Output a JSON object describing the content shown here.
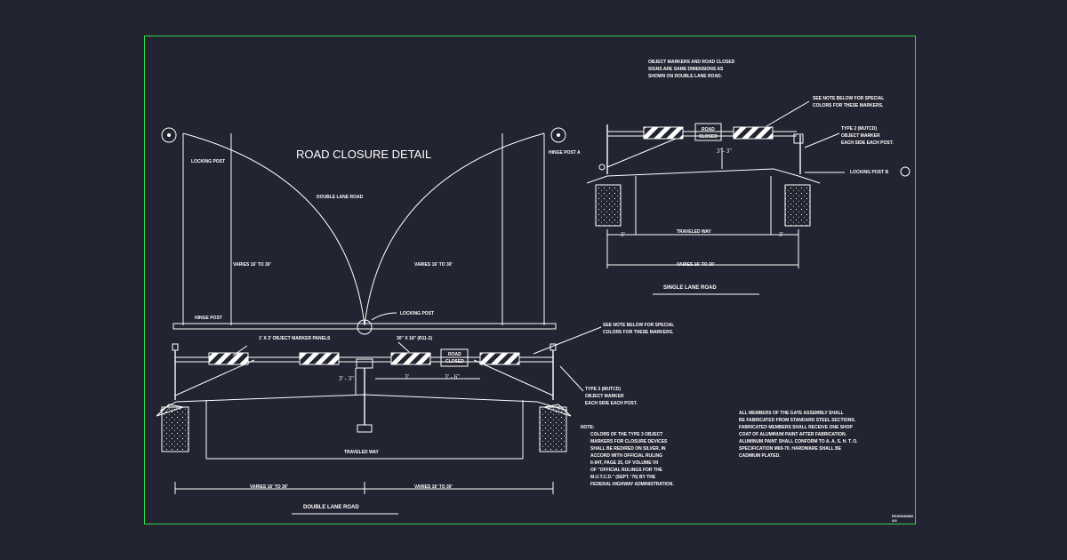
{
  "frame_color": "#32d74b",
  "background_color": "#222431",
  "line_color": "#ffffff",
  "main": {
    "title": "ROAD CLOSURE DETAIL",
    "locking_post_left": "LOCKING POST",
    "hinge_post_right": "HINGE POST  A",
    "double_lane_road_arc": "DOUBLE LANE ROAD",
    "varies_left": "VARIES 16' TO 30'",
    "varies_right": "VARIES 16' TO 30'",
    "hinge_post_left": "HINGE POST",
    "locking_post_center": "LOCKING POST",
    "object_marker_panels": "1' X 3' OBJECT MARKER PANELS",
    "sign_size": "30\" X 18\" (R11-2)",
    "see_note_line1": "SEE NOTE BELOW FOR SPECIAL",
    "see_note_line2": "COLORS FOR THESE MARKERS.",
    "road_closed_line1": "ROAD",
    "road_closed_line2": "CLOSED",
    "dim_3_3": "3' - 3\"",
    "dim_3": "3'",
    "dim_3_6": "3' - 6\"",
    "type2_line1": "TYPE 2 (MUTCD)",
    "type2_line2": "OBJECT MARKER",
    "type2_line3": "EACH SIDE EACH POST.",
    "traveled_way": "TRAVELED WAY",
    "varies_bottom_left": "VARIES 16' TO 30'",
    "varies_bottom_right": "VARIES 16' TO 30'",
    "double_lane_road_label": "DOUBLE LANE ROAD"
  },
  "note": {
    "heading": "NOTE:",
    "lines": [
      "COLORS OF THE TYPE 3 OBJECT",
      "MARKERS FOR CLOSURE DEVICES",
      "SHALL BE RED/RED ON SILVER, IN",
      "ACCORD WITH OFFICIAL RULING",
      "II-94T, PAGE 25, OF VOLUME VII",
      "OF \"OFFICIAL RULINGS FOR THE",
      "M.U.T.C.D.\" (SEPT. '76) BY THE",
      "FEDERAL HIGHWAY ADMINISTRATION."
    ]
  },
  "assembly_note": {
    "lines": [
      "ALL MEMBERS OF THE GATE ASSEMBLY SHALL",
      "BE FABRICATED FROM STANDARD STEEL SECTIONS.",
      "FABRICATED MEMBERS SHALL RECEIVE ONE SHOP",
      "COAT OF ALUMINUM PAINT AFTER FABRICATION.",
      "ALUMINUM PAINT SHALL CONFORM TO A. A. S. H. T. O.",
      "SPECIFICATION M69-70.  HARDWARE SHALL BE",
      "CADMIUM PLATED."
    ]
  },
  "single": {
    "top_note_lines": [
      "OBJECT MARKERS AND ROAD CLOSED",
      "SIGNS ARE SAME DIMENSIONS AS",
      "SHOWN ON DOUBLE LANE ROAD."
    ],
    "see_note_line1": "SEE NOTE BELOW FOR SPECIAL",
    "see_note_line2": "COLORS FOR THESE MARKERS.",
    "type2_line1": "TYPE 2 (MUTCD)",
    "type2_line2": "OBJECT MARKER",
    "type2_line3": "EACH SIDE EACH POST.",
    "locking_post": "LOCKING POST  B",
    "road_closed_line1": "ROAD",
    "road_closed_line2": "CLOSED",
    "dim_3_3": "3' - 3\"",
    "dim_3_left": "3'",
    "dim_3_right": "3'",
    "traveled_way": "TRAVELED WAY",
    "varies": "VARIES 16' TO 30'",
    "label": "SINGLE LANE ROAD"
  },
  "titleblock": {
    "line1": "RD/SS/8/8/82",
    "line2": "2/4"
  }
}
